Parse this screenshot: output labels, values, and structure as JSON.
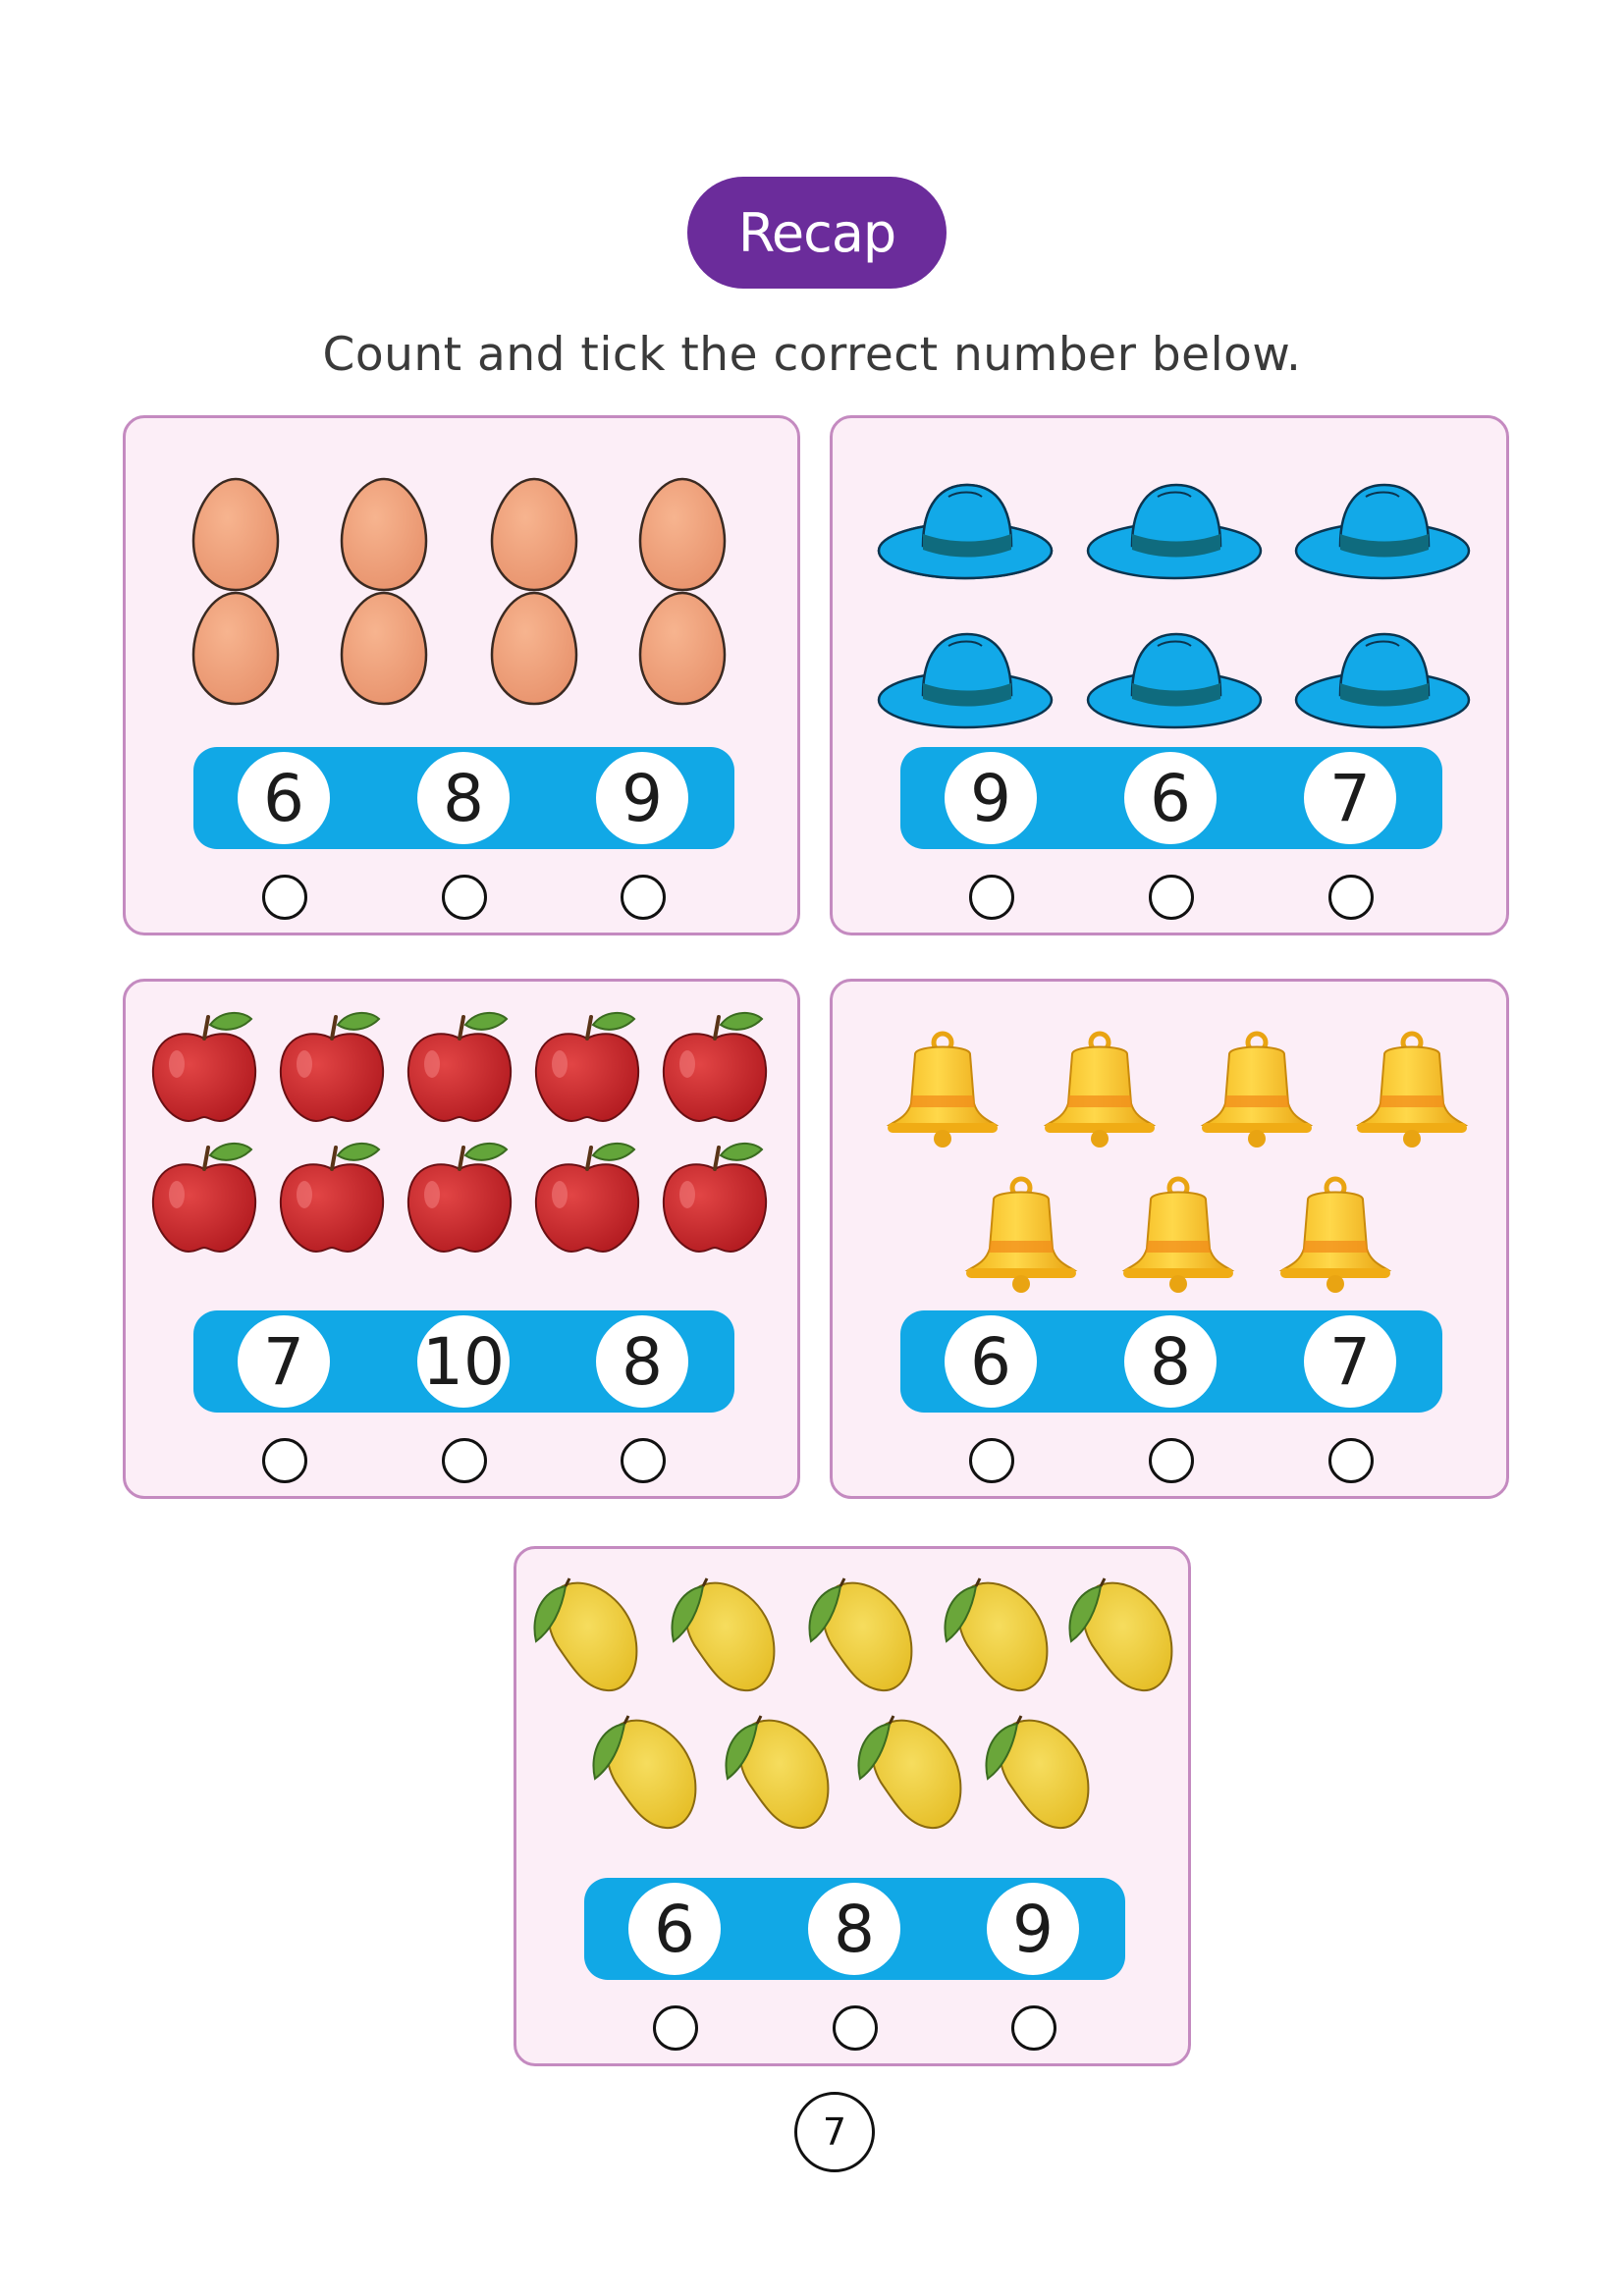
{
  "header": {
    "badge": "Recap",
    "instruction": "Count and tick the correct number below."
  },
  "panels": [
    {
      "item": "egg",
      "count": 8,
      "options": [
        "6",
        "8",
        "9"
      ]
    },
    {
      "item": "hat",
      "count": 6,
      "options": [
        "9",
        "6",
        "7"
      ]
    },
    {
      "item": "apple",
      "count": 10,
      "options": [
        "7",
        "10",
        "8"
      ]
    },
    {
      "item": "bell",
      "count": 7,
      "options": [
        "6",
        "8",
        "7"
      ]
    },
    {
      "item": "mango",
      "count": 9,
      "options": [
        "6",
        "8",
        "9"
      ]
    }
  ],
  "colors": {
    "badge": "#6b2c9b",
    "panel_bg": "#fceef7",
    "panel_border": "#c48ac0",
    "number_bar": "#11a8e6"
  },
  "footer": {
    "page_number": "7"
  }
}
